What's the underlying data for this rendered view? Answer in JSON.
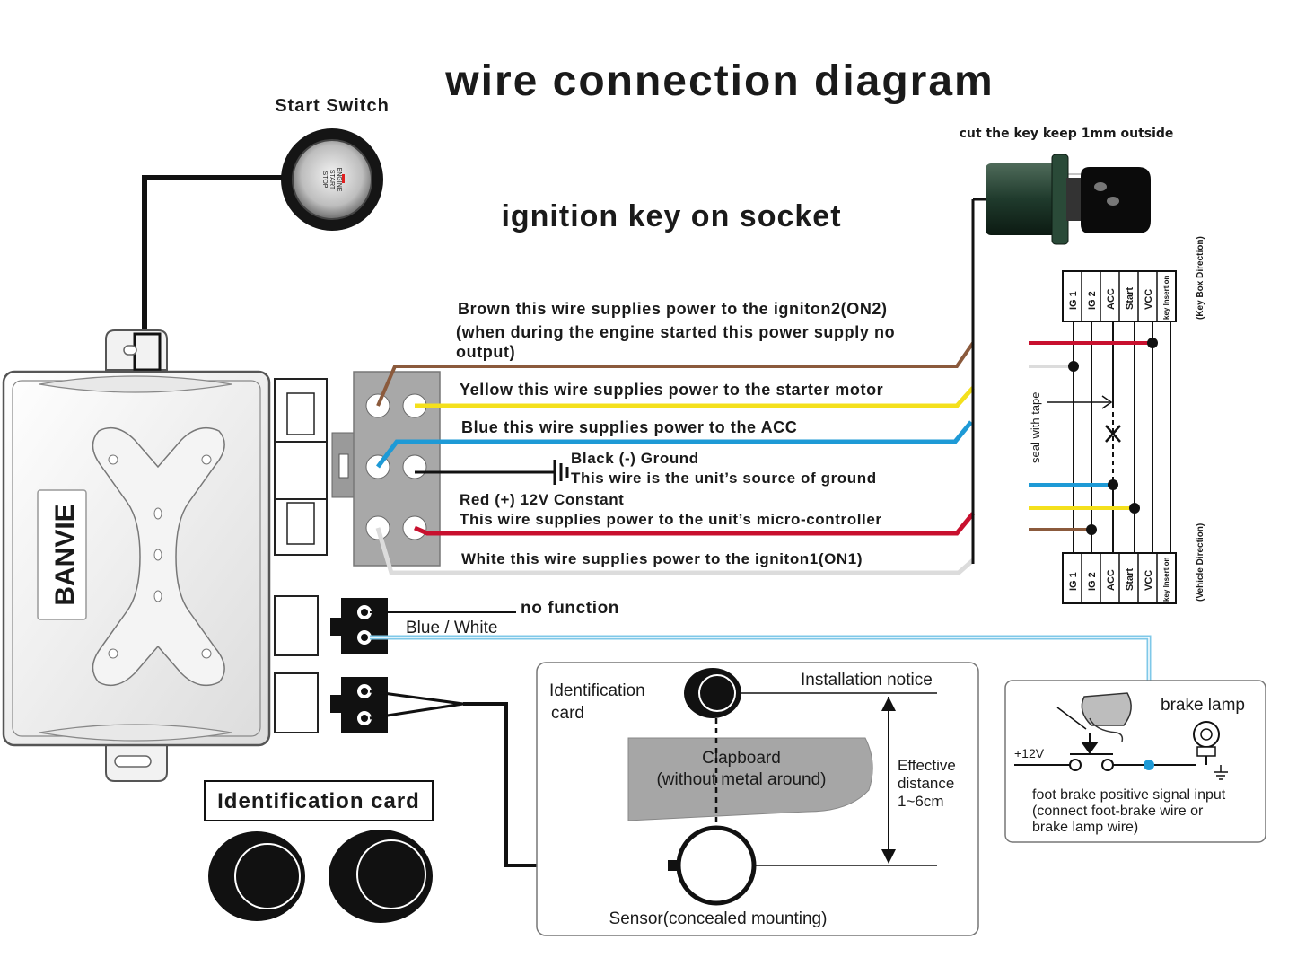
{
  "title": "wire connection diagram",
  "subtitle": "ignition key on socket",
  "start_switch": {
    "label": "Start Switch",
    "button_text": [
      "ENGINE",
      "START",
      "STOP"
    ]
  },
  "unit": {
    "brand": "BANVIE"
  },
  "key_note": "cut the key keep 1mm outside",
  "wires": {
    "brown": {
      "line1": "Brown  this wire supplies power to the igniton2(ON2)",
      "line2": "(when during the engine started this power supply no",
      "line3": "output)"
    },
    "yellow": "Yellow  this wire supplies power to the starter motor",
    "blue": "Blue  this wire supplies power to the ACC",
    "black": {
      "line1": "Black (-) Ground",
      "line2": "This wire is the unit’s source of ground"
    },
    "red": {
      "line1": "Red (+) 12V Constant",
      "line2": "This wire supplies power to the unit’s micro-controller"
    },
    "white": "White this wire supplies power to the igniton1(ON1)"
  },
  "harness_top": {
    "columns": [
      "IG 1",
      "IG 2",
      "ACC",
      "Start",
      "VCC",
      "key Insertion"
    ],
    "direction": "(Key Box Direction)"
  },
  "harness_bottom": {
    "columns": [
      "IG 1",
      "IG 2",
      "ACC",
      "Start",
      "VCC",
      "key Insertion"
    ],
    "direction": "(Vehicle Direction)"
  },
  "seal_label": "seal with tape",
  "connector2": {
    "no_function": "no function",
    "blue_white": "Blue / White"
  },
  "install_box": {
    "identification_card": [
      "Identification",
      "card"
    ],
    "installation_notice": "Installation notice",
    "clapboard": [
      "Clapboard",
      "(without metal around)"
    ],
    "effective_distance": [
      "Effective",
      "distance",
      "1~6cm"
    ],
    "sensor": "Sensor(concealed mounting)"
  },
  "brake_box": {
    "plus12v": "+12V",
    "brake_lamp": "brake lamp",
    "note": [
      "foot brake positive signal input",
      "(connect foot-brake wire or",
      "brake lamp wire)"
    ]
  },
  "id_card_label": "Identification card",
  "colors": {
    "brown": "#8b5a3c",
    "yellow": "#f4e01c",
    "blue": "#1e9ad6",
    "red": "#c8102e",
    "white": "#e0e0e0",
    "black": "#111111",
    "light_blue": "#7fc8e8"
  }
}
